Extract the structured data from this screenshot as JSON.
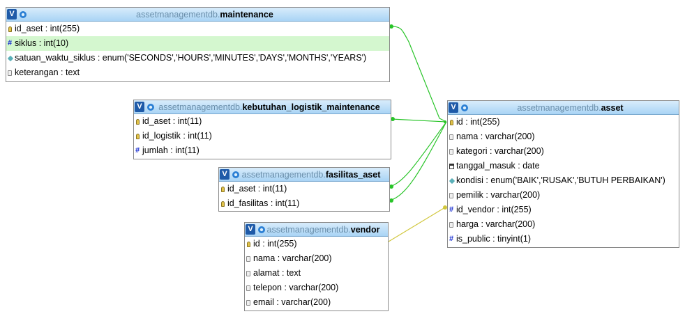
{
  "colors": {
    "relation_line": "#28c428",
    "relation_line_vendor": "#d1c73c",
    "header_bg_top": "#d8ecfb",
    "header_bg_bottom": "#a9d4f5",
    "highlight_row": "#d4f7cf"
  },
  "tables": {
    "maintenance": {
      "db": "assetmanagementdb.",
      "name": "maintenance",
      "columns": [
        {
          "label": "id_aset : int(255)",
          "icon": "key-icon"
        },
        {
          "label": "siklus : int(10)",
          "icon": "numeric-icon",
          "highlight": true
        },
        {
          "label": "satuan_waktu_siklus : enum('SECONDS','HOURS','MINUTES','DAYS','MONTHS','YEARS')",
          "icon": "enum-icon"
        },
        {
          "label": "keterangan : text",
          "icon": "text-icon"
        }
      ]
    },
    "kebutuhan_logistik_maintenance": {
      "db": "assetmanagementdb.",
      "name": "kebutuhan_logistik_maintenance",
      "columns": [
        {
          "label": "id_aset : int(11)",
          "icon": "key-icon"
        },
        {
          "label": "id_logistik : int(11)",
          "icon": "key-icon"
        },
        {
          "label": "jumlah : int(11)",
          "icon": "numeric-icon"
        }
      ]
    },
    "fasilitas_aset": {
      "db": "assetmanagementdb.",
      "name": "fasilitas_aset",
      "columns": [
        {
          "label": "id_aset : int(11)",
          "icon": "key-icon"
        },
        {
          "label": "id_fasilitas : int(11)",
          "icon": "key-icon"
        }
      ]
    },
    "vendor": {
      "db": "assetmanagementdb.",
      "name": "vendor",
      "columns": [
        {
          "label": "id : int(255)",
          "icon": "key-icon"
        },
        {
          "label": "nama : varchar(200)",
          "icon": "text-icon"
        },
        {
          "label": "alamat : text",
          "icon": "text-icon"
        },
        {
          "label": "telepon : varchar(200)",
          "icon": "text-icon"
        },
        {
          "label": "email : varchar(200)",
          "icon": "text-icon"
        }
      ]
    },
    "asset": {
      "db": "assetmanagementdb.",
      "name": "asset",
      "columns": [
        {
          "label": "id : int(255)",
          "icon": "key-icon"
        },
        {
          "label": "nama : varchar(200)",
          "icon": "text-icon"
        },
        {
          "label": "kategori : varchar(200)",
          "icon": "text-icon"
        },
        {
          "label": "tanggal_masuk : date",
          "icon": "date-icon"
        },
        {
          "label": "kondisi : enum('BAIK','RUSAK','BUTUH PERBAIKAN')",
          "icon": "enum-icon"
        },
        {
          "label": "pemilik : varchar(200)",
          "icon": "text-icon"
        },
        {
          "label": "id_vendor : int(255)",
          "icon": "numeric-icon"
        },
        {
          "label": "harga : varchar(200)",
          "icon": "text-icon"
        },
        {
          "label": "is_public : tinyint(1)",
          "icon": "numeric-icon"
        }
      ]
    }
  }
}
